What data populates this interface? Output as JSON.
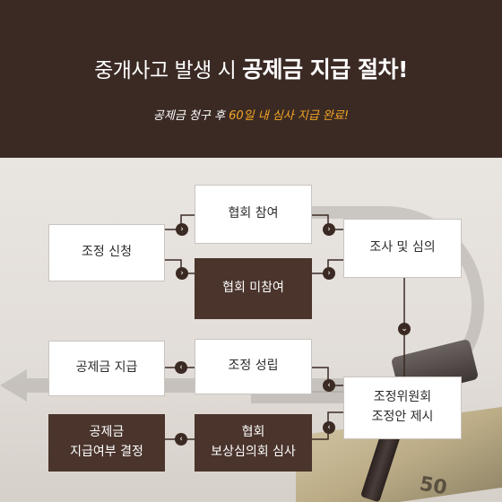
{
  "header": {
    "title_prefix": "중개사고 발생 시 ",
    "title_highlight": "공제금 지급 절차!",
    "subtitle_prefix": "공제금 청구 후 ",
    "subtitle_highlight": "60일 내 심사 지급 완료!"
  },
  "boxes": {
    "assoc_join": "협회 참여",
    "mediation_apply": "조정 신청",
    "investigation": "조사 및 심의",
    "assoc_nonjoin": "협회 미참여",
    "payment": "공제금  지급",
    "mediation_success": "조정 성립",
    "committee_proposal": "조정위원회\n조정안 제시",
    "payment_decision": "공제금\n지급여부 결정",
    "compensation_review": "협회\n보상심의회 심사"
  },
  "money_label": "50",
  "colors": {
    "header_bg": "#3b2a24",
    "accent": "#f5a623",
    "dark_box": "#4a342c"
  }
}
